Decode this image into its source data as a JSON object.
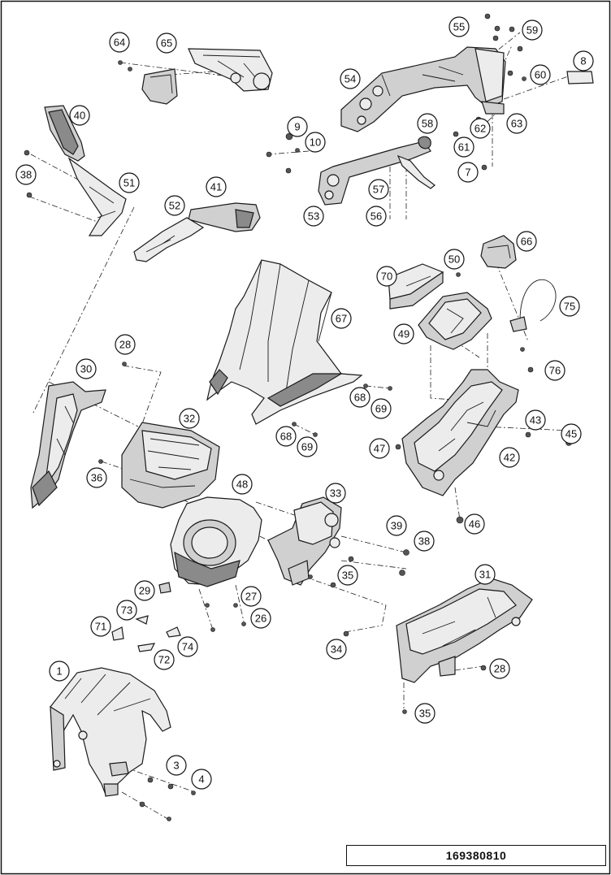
{
  "diagram": {
    "reference_number": "169380810",
    "callouts": [
      "64",
      "65",
      "55",
      "59",
      "8",
      "60",
      "54",
      "63",
      "62",
      "61",
      "7",
      "9",
      "10",
      "58",
      "40",
      "38",
      "51",
      "41",
      "52",
      "57",
      "56",
      "53",
      "66",
      "50",
      "70",
      "75",
      "49",
      "76",
      "67",
      "28",
      "30",
      "32",
      "43",
      "45",
      "68",
      "69",
      "42",
      "47",
      "36",
      "48",
      "33",
      "39",
      "46",
      "29",
      "27",
      "26",
      "31",
      "73",
      "71",
      "74",
      "72",
      "34",
      "1",
      "3",
      "4",
      "35"
    ]
  }
}
